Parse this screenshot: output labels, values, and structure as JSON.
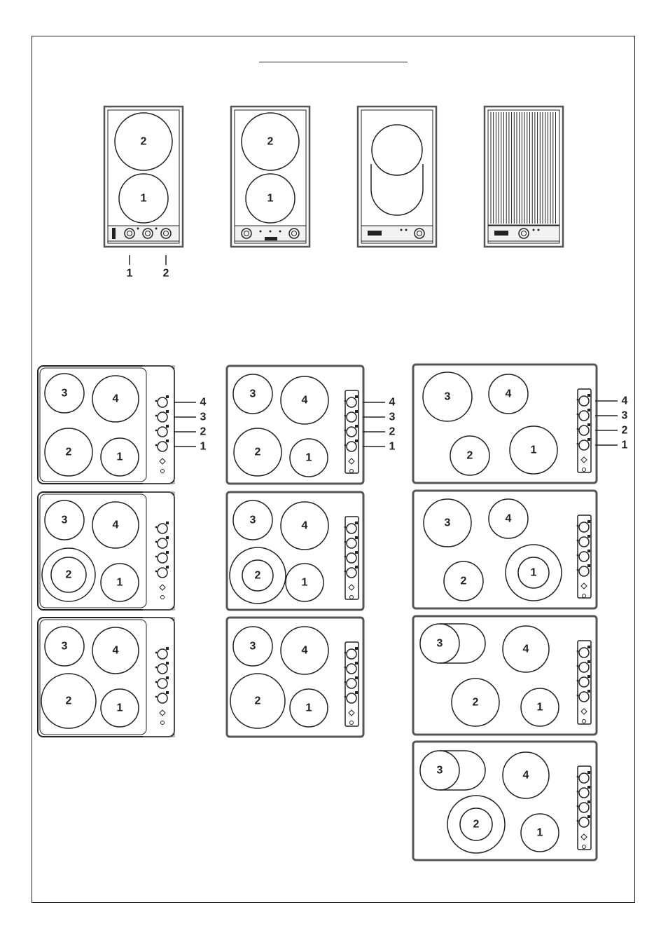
{
  "top_hobs": [
    {
      "zones": [
        "2",
        "1"
      ],
      "callouts": [
        "1",
        "2"
      ]
    },
    {
      "zones": [
        "2",
        "1"
      ]
    },
    {
      "zones": []
    },
    {
      "zones": []
    }
  ],
  "four_zone_hobs": [
    {
      "zones": [
        "3",
        "4",
        "2",
        "1"
      ],
      "control_labels": [
        "4",
        "3",
        "2",
        "1"
      ]
    },
    {
      "zones": [
        "3",
        "4",
        "2",
        "1"
      ]
    },
    {
      "zones": [
        "3",
        "4",
        "2",
        "1"
      ]
    },
    {
      "zones": [
        "3",
        "4",
        "2",
        "1"
      ],
      "control_labels": [
        "4",
        "3",
        "2",
        "1"
      ]
    },
    {
      "zones": [
        "3",
        "4",
        "2",
        "1"
      ]
    },
    {
      "zones": [
        "3",
        "4",
        "2",
        "1"
      ]
    },
    {
      "zones": [
        "3",
        "4",
        "2",
        "1"
      ],
      "control_labels": [
        "4",
        "3",
        "2",
        "1"
      ]
    },
    {
      "zones": [
        "3",
        "4",
        "2",
        "1"
      ]
    },
    {
      "zones": [
        "3",
        "4",
        "2",
        "1"
      ]
    },
    {
      "zones": [
        "3",
        "4",
        "2",
        "1"
      ]
    }
  ],
  "colors": {
    "line": "#222222",
    "panel_fill": "#f2f2f2",
    "background": "#ffffff"
  }
}
